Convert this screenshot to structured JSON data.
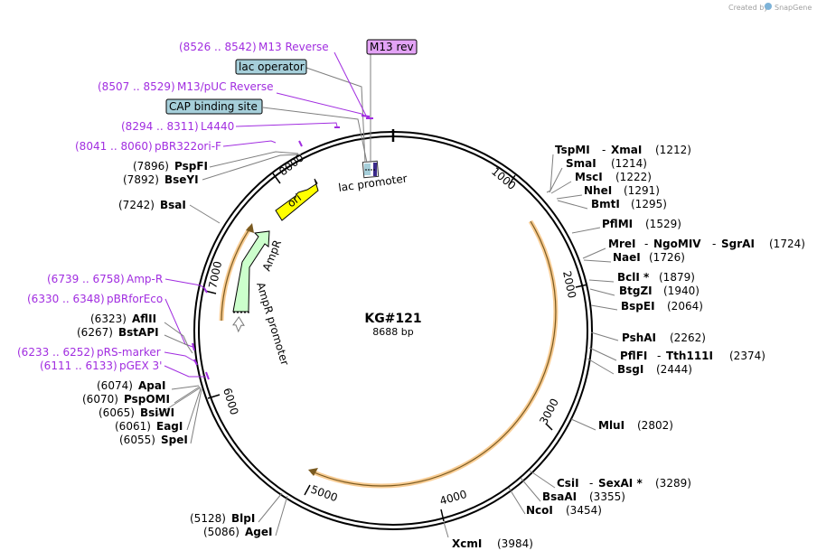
{
  "credit": {
    "text": "Created by",
    "brand": "SnapGene"
  },
  "plasmid": {
    "name": "KG#121",
    "length": "8688 bp"
  },
  "ticks": [
    "1000",
    "2000",
    "3000",
    "4000",
    "5000",
    "6000",
    "7000",
    "8000"
  ],
  "features": {
    "ori": "ori",
    "ampr": "AmpR",
    "ampr_promoter": "AmpR promoter",
    "lac_promoter": "lac promoter"
  },
  "boxed": {
    "m13rev": "M13 rev",
    "lac_operator": "lac operator",
    "cap": "CAP binding site"
  },
  "primers": [
    {
      "range": "(8526 .. 8542)",
      "name": "M13 Reverse"
    },
    {
      "range": "(8507 .. 8529)",
      "name": "M13/pUC Reverse"
    },
    {
      "range": "(8294 .. 8311)",
      "name": "L4440"
    },
    {
      "range": "(8041 .. 8060)",
      "name": "pBR322ori-F"
    },
    {
      "range": "(6739 .. 6758)",
      "name": "Amp-R"
    },
    {
      "range": "(6330 .. 6348)",
      "name": "pBRforEco"
    },
    {
      "range": "(6233 .. 6252)",
      "name": "pRS-marker"
    },
    {
      "range": "(6111 .. 6133)",
      "name": "pGEX 3'"
    }
  ],
  "right_sites": [
    {
      "name": "TspMI",
      "extra": "XmaI",
      "pos": "(1212)"
    },
    {
      "name": "SmaI",
      "pos": "(1214)"
    },
    {
      "name": "MscI",
      "pos": "(1222)"
    },
    {
      "name": "NheI",
      "pos": "(1291)"
    },
    {
      "name": "BmtI",
      "pos": "(1295)"
    },
    {
      "name": "PflMI",
      "pos": "(1529)"
    },
    {
      "name": "MreI",
      "extra": "NgoMIV",
      "extra2": "SgrAI",
      "pos": "(1724)"
    },
    {
      "name": "NaeI",
      "pos": "(1726)"
    },
    {
      "name": "BclI *",
      "pos": "(1879)"
    },
    {
      "name": "BtgZI",
      "pos": "(1940)"
    },
    {
      "name": "BspEI",
      "pos": "(2064)"
    },
    {
      "name": "PshAI",
      "pos": "(2262)"
    },
    {
      "name": "PflFI",
      "extra": "Tth111I",
      "pos": "(2374)"
    },
    {
      "name": "BsgI",
      "pos": "(2444)"
    },
    {
      "name": "MluI",
      "pos": "(2802)"
    },
    {
      "name": "CsiI",
      "extra": "SexAI *",
      "pos": "(3289)"
    },
    {
      "name": "BsaAI",
      "pos": "(3355)"
    },
    {
      "name": "NcoI",
      "pos": "(3454)"
    },
    {
      "name": "XcmI",
      "pos": "(3984)"
    }
  ],
  "left_sites": [
    {
      "name": "PspFI",
      "pos": "(7896)"
    },
    {
      "name": "BseYI",
      "pos": "(7892)"
    },
    {
      "name": "BsaI",
      "pos": "(7242)"
    },
    {
      "name": "AflII",
      "pos": "(6323)"
    },
    {
      "name": "BstAPI",
      "pos": "(6267)"
    },
    {
      "name": "ApaI",
      "pos": "(6074)"
    },
    {
      "name": "PspOMI",
      "pos": "(6070)"
    },
    {
      "name": "BsiWI",
      "pos": "(6065)"
    },
    {
      "name": "EagI",
      "pos": "(6061)"
    },
    {
      "name": "SpeI",
      "pos": "(6055)"
    },
    {
      "name": "BlpI",
      "pos": "(5128)"
    },
    {
      "name": "AgeI",
      "pos": "(5086)"
    }
  ],
  "colors": {
    "primer": "#a12de0",
    "ori": "#ffff00",
    "ampr": "#ccffcc",
    "orf_arc": "#f3a33b",
    "boxed_teal": "#a6cfda",
    "m13_box": "#e3a3f5",
    "backbone": "#000000"
  }
}
